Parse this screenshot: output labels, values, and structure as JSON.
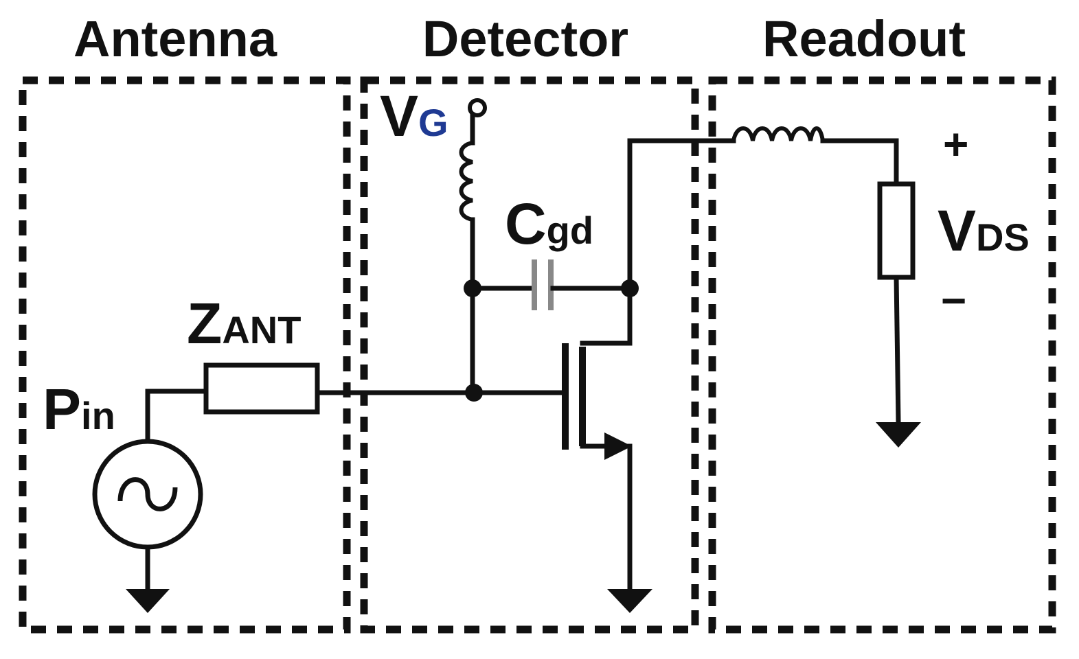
{
  "sections": {
    "antenna": "Antenna",
    "detector": "Detector",
    "readout": "Readout"
  },
  "labels": {
    "pin_main": "P",
    "pin_sub": "in",
    "zant_main": "Z",
    "zant_sub": "ANT",
    "vg_main": "V",
    "vg_sub": "G",
    "cgd_main": "C",
    "cgd_sub": "gd",
    "vds_main": "V",
    "vds_sub": "DS",
    "plus": "+",
    "minus": "−"
  },
  "colors": {
    "line": "#111111",
    "capacitor": "#888888",
    "vg_subscript": "#1f3a93"
  }
}
